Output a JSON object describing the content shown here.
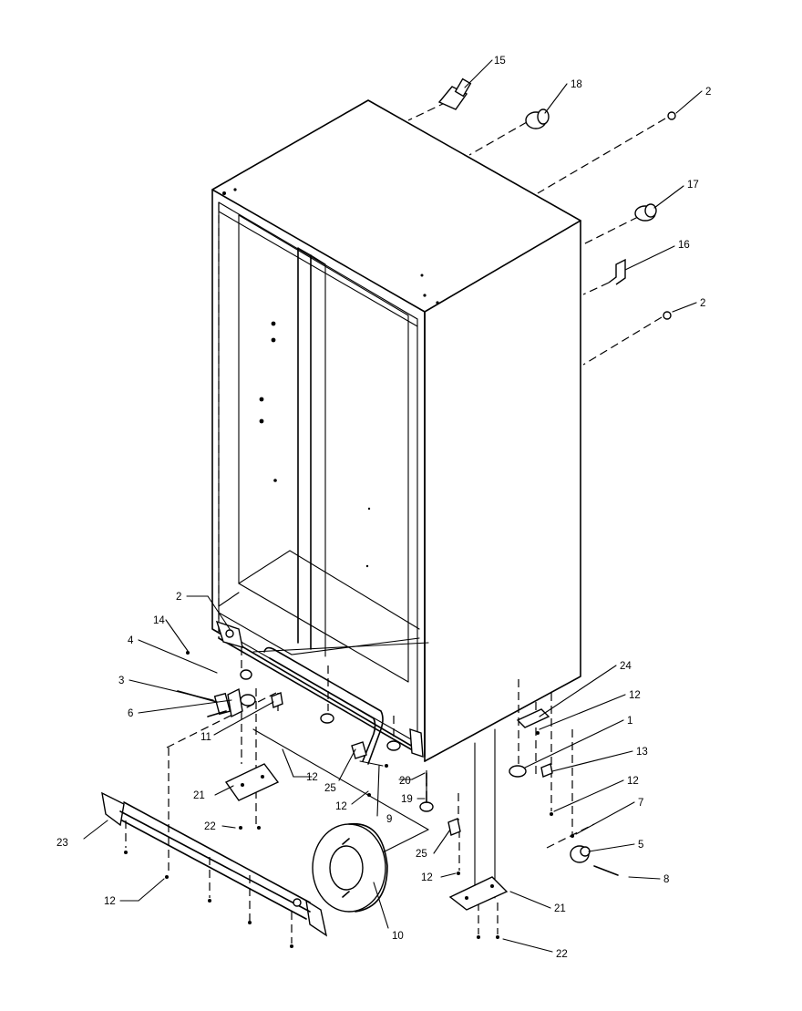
{
  "callouts": {
    "c15": "15",
    "c18": "18",
    "c2a": "2",
    "c17": "17",
    "c16": "16",
    "c2b": "2",
    "c2c": "2",
    "c14": "14",
    "c4": "4",
    "c3": "3",
    "c6": "6",
    "c11": "11",
    "c24": "24",
    "c12a": "12",
    "c1": "1",
    "c13": "13",
    "c12b": "12",
    "c7": "7",
    "c5": "5",
    "c8": "8",
    "c12c": "12",
    "c25a": "25",
    "c12d": "12",
    "c20": "20",
    "c19": "19",
    "c9": "9",
    "c21a": "21",
    "c22a": "22",
    "c23": "23",
    "c12e": "12",
    "c25b": "25",
    "c12f": "12",
    "c10": "10",
    "c21b": "21",
    "c22b": "22"
  }
}
